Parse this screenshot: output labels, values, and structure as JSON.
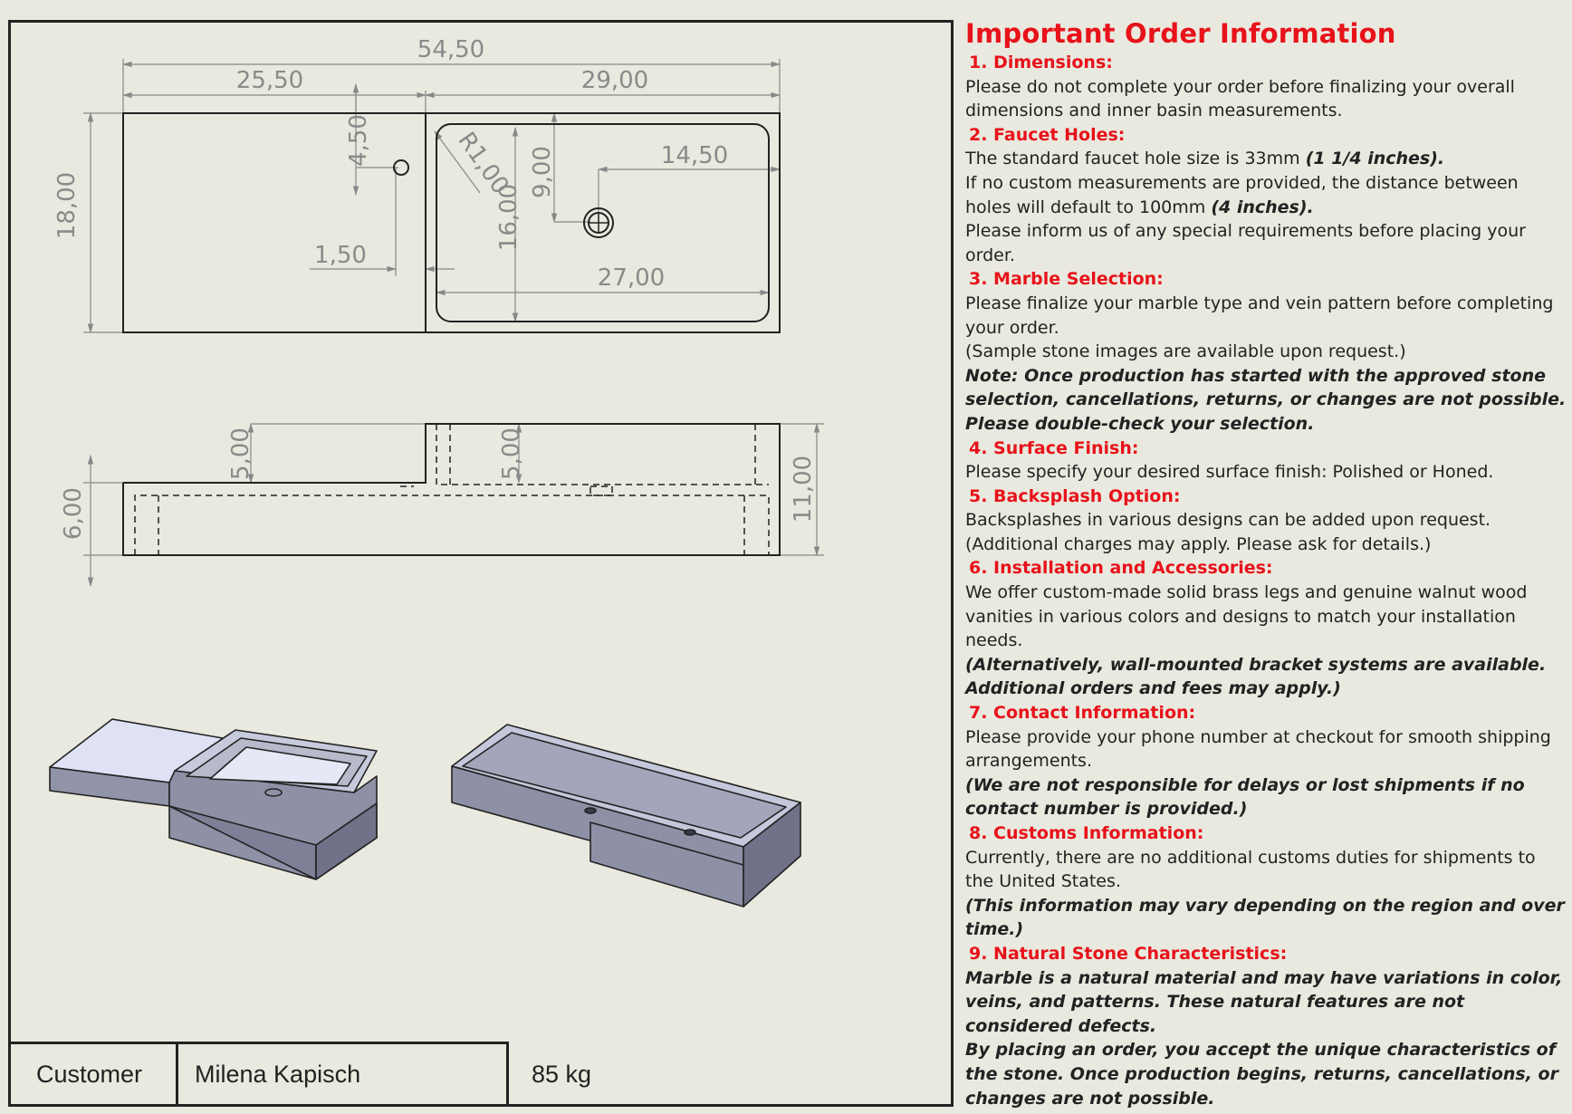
{
  "info": {
    "title": "Important Order Information",
    "sections": [
      {
        "heading": "1. Dimensions:",
        "lines": [
          "Please do not complete your order before finalizing your overall dimensions and inner basin measurements."
        ]
      },
      {
        "heading": "2. Faucet Holes:",
        "line1_pre": "The standard faucet hole size is 33mm ",
        "line1_bold": "(1 1/4 inches).",
        "line2_pre": "If no custom measurements are provided, the distance between holes will default to 100mm ",
        "line2_bold": "(4 inches).",
        "line3": "Please inform us of any special requirements before placing your order."
      },
      {
        "heading": "3. Marble Selection:",
        "lines": [
          "Please finalize your marble type and vein pattern before completing your order.",
          "(Sample stone images are available upon request.)"
        ],
        "bold": "Note: Once production has started with the approved stone selection, cancellations, returns, or changes are not possible. Please double-check your selection."
      },
      {
        "heading": "4. Surface Finish:",
        "lines": [
          "Please specify your desired surface finish: Polished or Honed."
        ]
      },
      {
        "heading": "5. Backsplash Option:",
        "lines": [
          "Backsplashes in various designs can be added upon request.",
          "(Additional charges may apply. Please ask for details.)"
        ]
      },
      {
        "heading": "6. Installation and Accessories:",
        "lines": [
          "We offer custom-made solid brass legs and genuine walnut wood vanities in various colors and designs to match your installation needs."
        ],
        "bold": "(Alternatively, wall-mounted bracket systems are available. Additional orders and fees may apply.)"
      },
      {
        "heading": "7. Contact Information:",
        "lines": [
          "Please provide your phone number at checkout for smooth shipping arrangements."
        ],
        "bold": "(We are not responsible for delays or lost shipments if no contact number is provided.)"
      },
      {
        "heading": "8. Customs Information:",
        "lines": [
          "Currently, there are no additional customs duties for shipments to the United States."
        ],
        "bold": "(This information may vary depending on the region and over time.)"
      },
      {
        "heading": "9. Natural Stone Characteristics:",
        "bold": "Marble is a natural material and may have variations in color, veins, and patterns. These natural features are not considered defects.",
        "bold2": "By placing an order, you accept the unique characteristics of the stone. Once production begins, returns, cancellations, or changes are not possible."
      }
    ]
  },
  "drawing": {
    "overall_length": "54,50",
    "left_length": "25,50",
    "basin_section": "29,00",
    "hole_offset_y": "4,50",
    "hole_offset_x": "1,50",
    "corner_radius": "R1,00",
    "drain_offset_y": "9,00",
    "drain_offset_x": "14,50",
    "inner_width": "16,00",
    "inner_length": "27,00",
    "overall_width": "18,00",
    "left_wall_height": "5,00",
    "basin_wall_height": "5,00",
    "slab_thickness": "6,00",
    "total_height": "11,00"
  },
  "titleblock": {
    "label": "Customer",
    "name": "Milena Kapisch",
    "weight": "85 kg"
  },
  "colors": {
    "heading": "#e8121a",
    "line": "#222222",
    "dimension": "#8a8a8a",
    "iso_face": "#8e91a6"
  }
}
